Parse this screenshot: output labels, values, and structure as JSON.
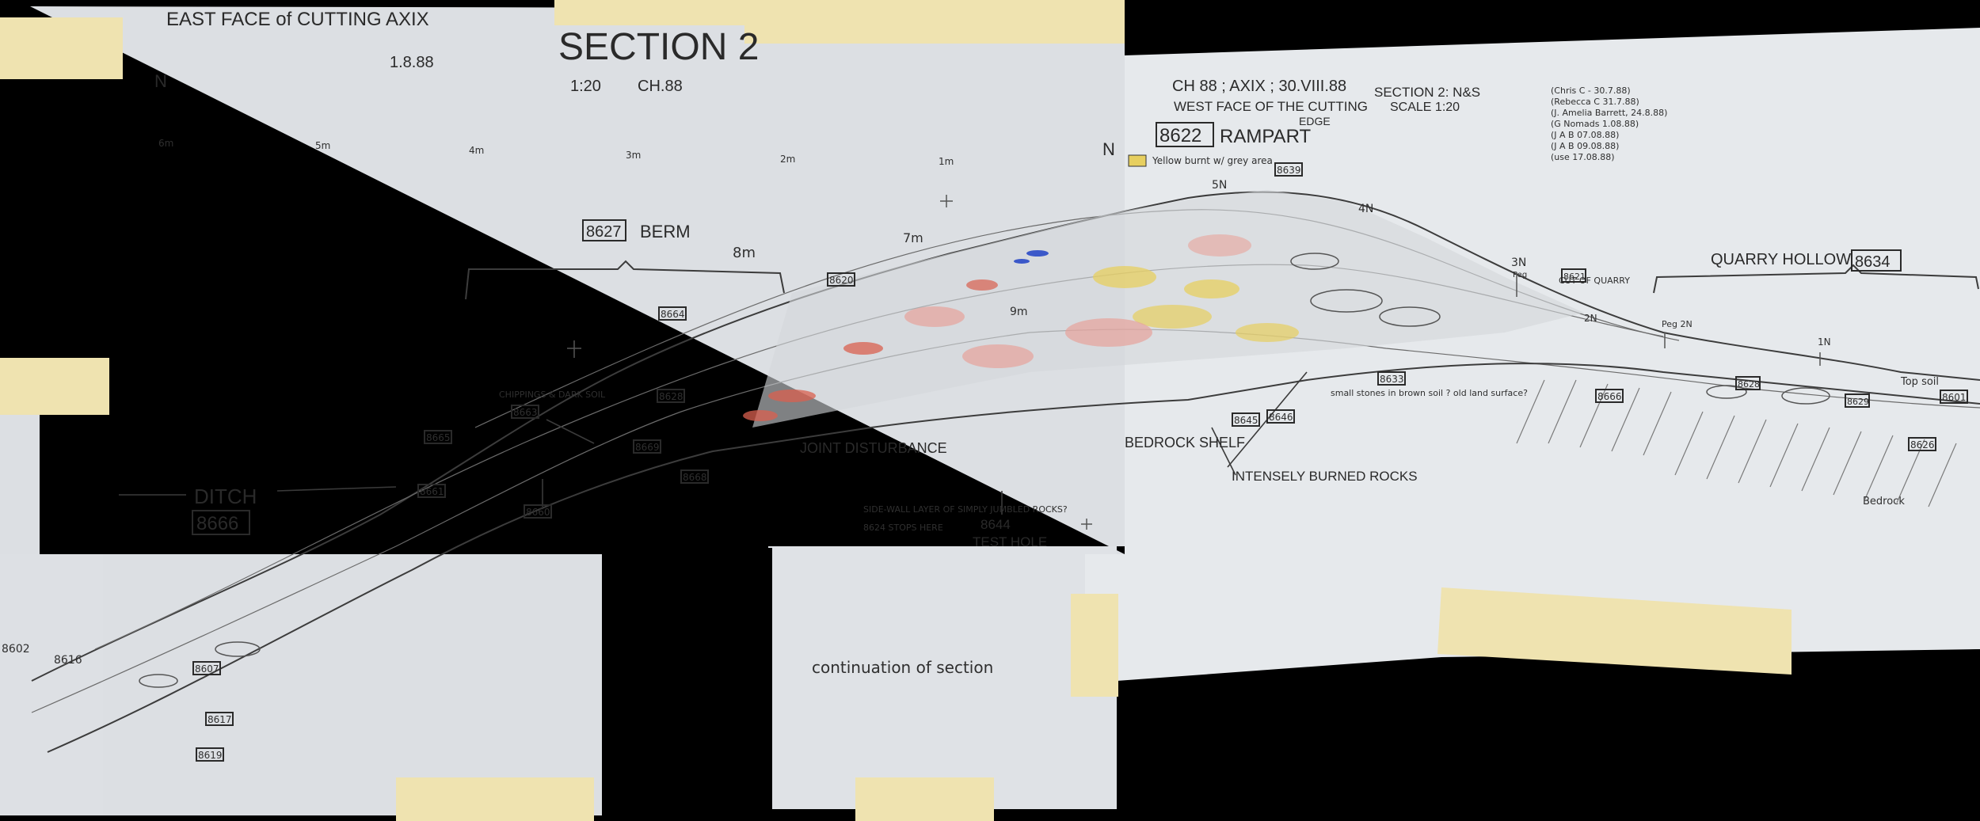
{
  "sheet_left": {
    "title": "EAST FACE of CUTTING AXIX",
    "date": "1.8.88",
    "section": "SECTION 2",
    "scale": "1:20",
    "site": "CH.88",
    "north": "N"
  },
  "sheet_right": {
    "title_line1": "CH 88 ; AXIX ; 30.VIII.88",
    "title_line2": "WEST FACE OF THE CUTTING",
    "section": "SECTION 2: N&S",
    "scale": "SCALE 1:20",
    "edge": "EDGE",
    "north": "N",
    "key": "Yellow burnt w/ grey area",
    "recorders": [
      "(Chris C - 30.7.88)",
      "(Rebecca C 31.7.88)",
      "(J. Amelia Barrett, 24.8.88)",
      "(G Nomads 1.08.88)",
      "(J A B 07.08.88)",
      "(J A B 09.08.88)",
      "(use 17.08.88)"
    ]
  },
  "features": {
    "berm": "BERM",
    "berm_no": "8627",
    "rampart": "RAMPART",
    "rampart_no": "8622",
    "ditch": "DITCH",
    "ditch_no": "8666",
    "quarry_hollow": "QUARRY HOLLOW",
    "quarry_hollow_no": "8634",
    "cut_of_quarry": "CUT OF QUARRY",
    "joint_disturbance": "JOINT DISTURBANCE",
    "bedrock_shelf": "BEDROCK SHELF",
    "burned_rocks": "INTENSELY BURNED ROCKS",
    "test_hole": "TEST HOLE",
    "test_hole_no": "8644",
    "chippings": "CHIPPINGS & DARK SOIL",
    "side_wall": "SIDE-WALL LAYER OF SIMPLY JUMBLED ROCKS?",
    "stops_here": "8624 STOPS HERE",
    "small_stones": "small stones in brown soil ? old land surface?",
    "continuation": "continuation of section",
    "bedrock": "Bedrock",
    "topsoil": "Top soil"
  },
  "context_labels": [
    "8665",
    "8661",
    "8663",
    "8660",
    "8668",
    "8669",
    "8664",
    "8607",
    "8602",
    "8616",
    "8617",
    "8619",
    "8620",
    "8628",
    "8639",
    "8621",
    "8633",
    "8666",
    "8628",
    "8629",
    "8626",
    "8645",
    "8646",
    "8601"
  ],
  "distance_labels": [
    "6m",
    "5m",
    "4m",
    "3m",
    "2m",
    "1m",
    "7m",
    "8m",
    "9m",
    "5N",
    "4N",
    "3N",
    "2N",
    "1N",
    "Peg",
    "Peg 2N"
  ],
  "colors": {
    "paper": "#dfe3e7",
    "paper_right": "#e6e9ec",
    "tape": "#efe3b0",
    "ink": "#2a2a2a",
    "burnt_red": "#d9604f",
    "burnt_pink": "#e7a39b",
    "yellow": "#e7cf5f",
    "blue": "#3b58c9"
  }
}
